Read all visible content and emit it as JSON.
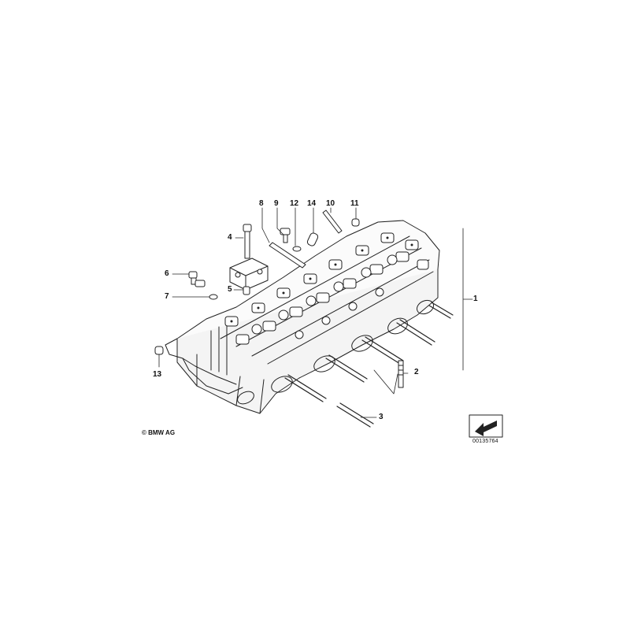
{
  "callouts": [
    {
      "id": "1",
      "label": "1"
    },
    {
      "id": "2",
      "label": "2"
    },
    {
      "id": "3",
      "label": "3"
    },
    {
      "id": "4",
      "label": "4"
    },
    {
      "id": "5",
      "label": "5"
    },
    {
      "id": "6",
      "label": "6"
    },
    {
      "id": "7",
      "label": "7"
    },
    {
      "id": "8",
      "label": "8"
    },
    {
      "id": "9",
      "label": "9"
    },
    {
      "id": "10",
      "label": "10"
    },
    {
      "id": "11",
      "label": "11"
    },
    {
      "id": "12",
      "label": "12"
    },
    {
      "id": "13",
      "label": "13"
    },
    {
      "id": "14",
      "label": "14"
    }
  ],
  "copyright": "© BMW AG",
  "diagram_id": "00135764"
}
